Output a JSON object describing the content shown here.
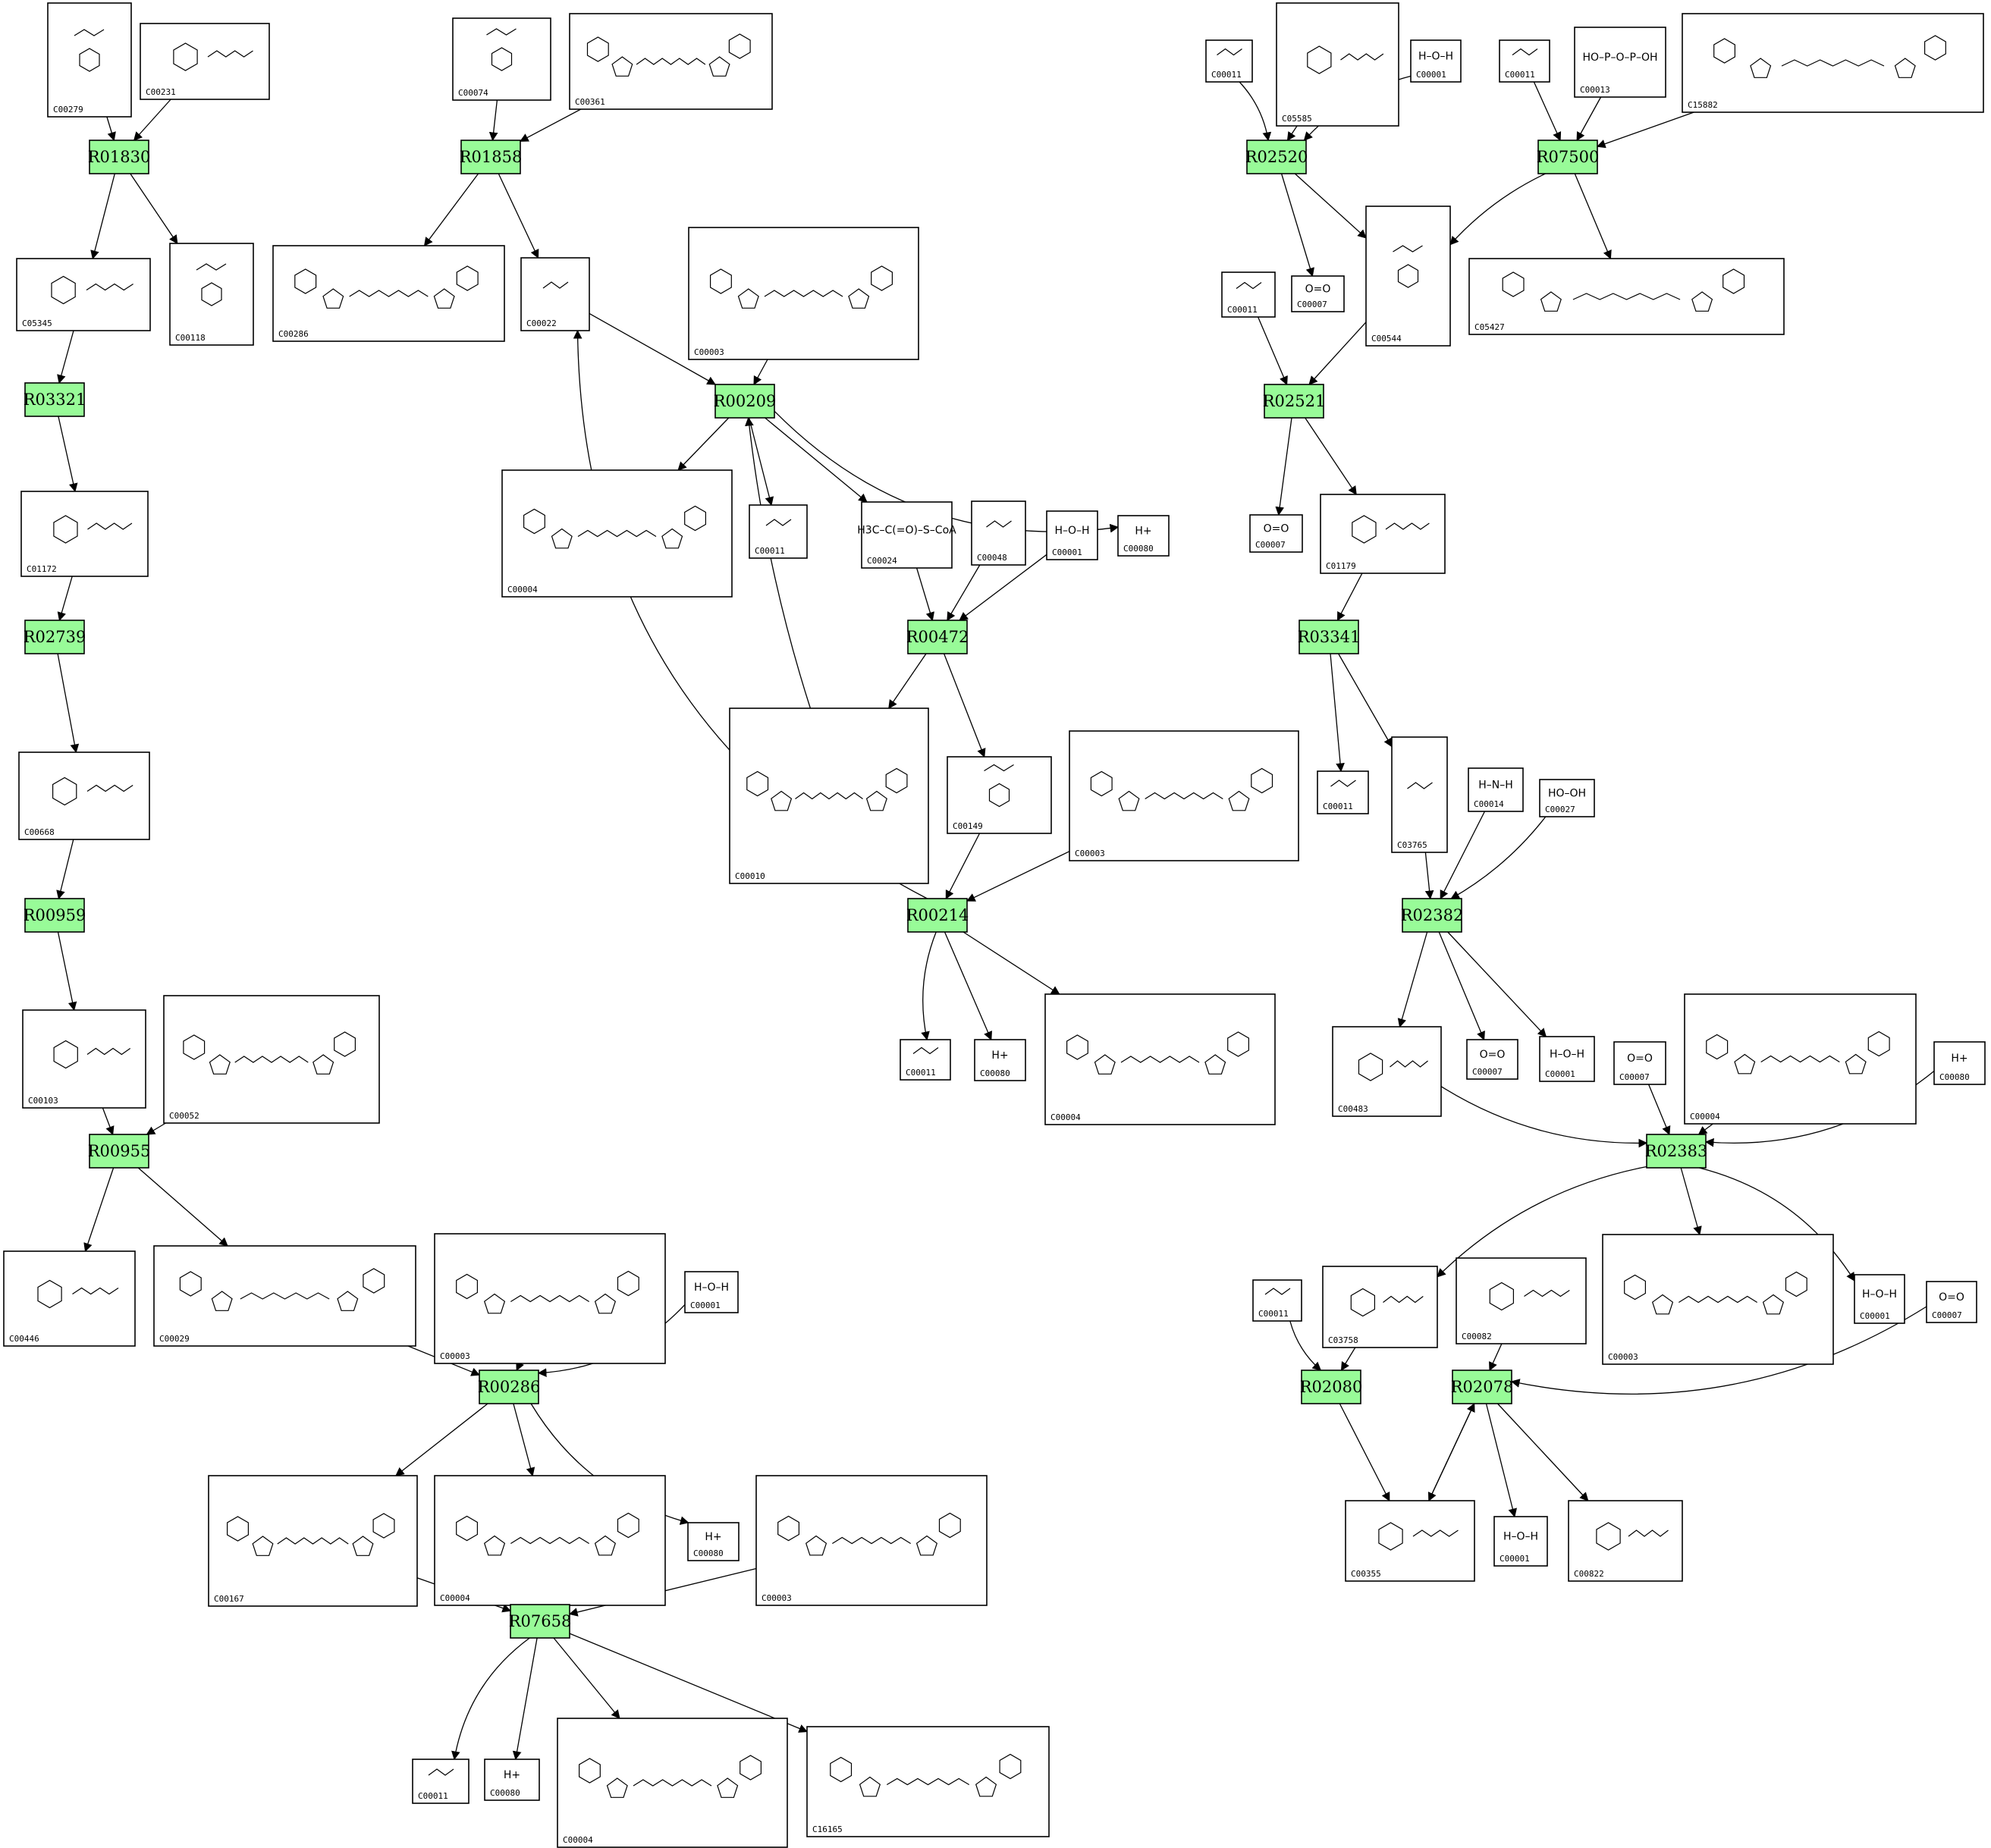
{
  "reactions": [
    "R01830",
    "R01858",
    "R00209",
    "R03321",
    "R02739",
    "R00472",
    "R00959",
    "R00214",
    "R00955",
    "R00286",
    "R07658",
    "R02520",
    "R07500",
    "R02521",
    "R03341",
    "R02382",
    "R02383",
    "R02080",
    "R02078"
  ],
  "compounds": [
    {
      "id": "C00279"
    },
    {
      "id": "C00231"
    },
    {
      "id": "C00074"
    },
    {
      "id": "C00361"
    },
    {
      "id": "C05345"
    },
    {
      "id": "C00118"
    },
    {
      "id": "C00286"
    },
    {
      "id": "C00022"
    },
    {
      "id": "C00003"
    },
    {
      "id": "C01172"
    },
    {
      "id": "C00004"
    },
    {
      "id": "C00011"
    },
    {
      "id": "C00024",
      "text": "H3C–C(=O)–S–CoA"
    },
    {
      "id": "C00048"
    },
    {
      "id": "C00001",
      "text": "H–O–H"
    },
    {
      "id": "C00080",
      "text": "H+"
    },
    {
      "id": "C00668"
    },
    {
      "id": "C00010"
    },
    {
      "id": "C00149"
    },
    {
      "id": "C00003"
    },
    {
      "id": "C00103"
    },
    {
      "id": "C00052"
    },
    {
      "id": "C00011"
    },
    {
      "id": "C00080",
      "text": "H+"
    },
    {
      "id": "C00004"
    },
    {
      "id": "C00446"
    },
    {
      "id": "C00029"
    },
    {
      "id": "C00003"
    },
    {
      "id": "C00001",
      "text": "H–O–H"
    },
    {
      "id": "C00167"
    },
    {
      "id": "C00004"
    },
    {
      "id": "C00003"
    },
    {
      "id": "C00080",
      "text": "H+"
    },
    {
      "id": "C00011"
    },
    {
      "id": "C00080",
      "text": "H+"
    },
    {
      "id": "C00004"
    },
    {
      "id": "C16165"
    },
    {
      "id": "C00011"
    },
    {
      "id": "C05585"
    },
    {
      "id": "C00001",
      "text": "H–O–H"
    },
    {
      "id": "C00011"
    },
    {
      "id": "C00013",
      "text": "HO–P–O–P–OH"
    },
    {
      "id": "C15882"
    },
    {
      "id": "C00011"
    },
    {
      "id": "C00007",
      "text": "O=O"
    },
    {
      "id": "C00544"
    },
    {
      "id": "C05427"
    },
    {
      "id": "C00007",
      "text": "O=O"
    },
    {
      "id": "C01179"
    },
    {
      "id": "C00011"
    },
    {
      "id": "C03765"
    },
    {
      "id": "C00014",
      "text": "H–N–H"
    },
    {
      "id": "C00027",
      "text": "HO–OH"
    },
    {
      "id": "C00483"
    },
    {
      "id": "C00007",
      "text": "O=O"
    },
    {
      "id": "C00001",
      "text": "H–O–H"
    },
    {
      "id": "C00007",
      "text": "O=O"
    },
    {
      "id": "C00004"
    },
    {
      "id": "C00080",
      "text": "H+"
    },
    {
      "id": "C00011"
    },
    {
      "id": "C03758"
    },
    {
      "id": "C00082"
    },
    {
      "id": "C00003"
    },
    {
      "id": "C00001",
      "text": "H–O–H"
    },
    {
      "id": "C00007",
      "text": "O=O"
    },
    {
      "id": "C00355"
    },
    {
      "id": "C00001",
      "text": "H–O–H"
    },
    {
      "id": "C00822"
    }
  ],
  "colors": {
    "reaction_fill": "#98fb98",
    "stroke": "#000000",
    "compound_fill": "#ffffff"
  }
}
